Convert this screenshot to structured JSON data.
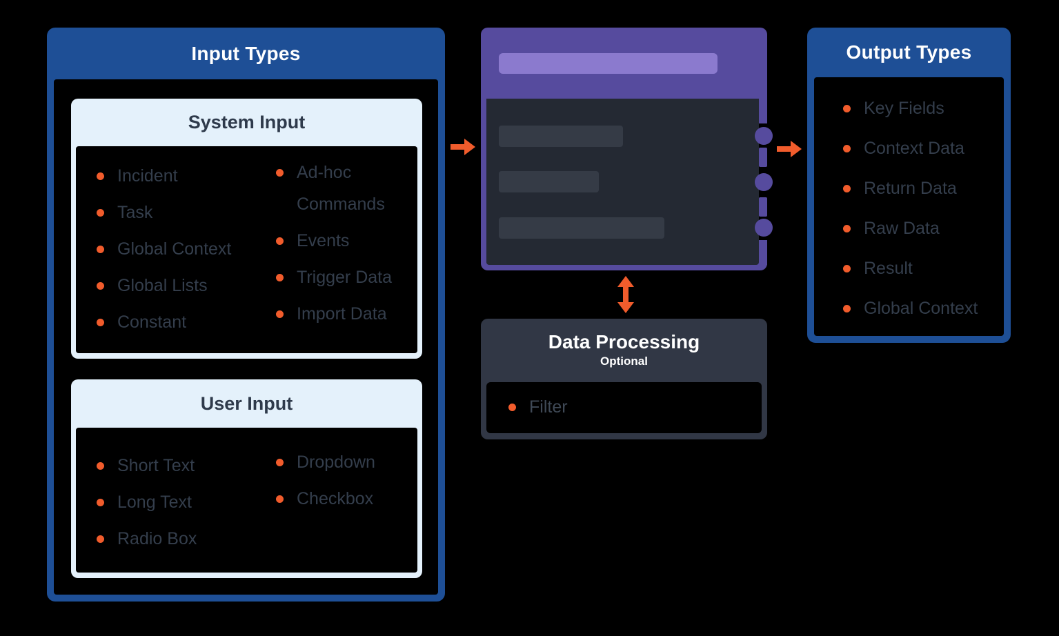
{
  "colors": {
    "background": "#000000",
    "panel_blue": "#1e4f96",
    "card_light_blue": "#e4f1fb",
    "accent_orange": "#f15c2c",
    "node_purple": "#564b9e",
    "node_purple_light": "#8b7ace",
    "node_body_dark": "#242933",
    "placeholder_gray": "#353b46",
    "processing_slate": "#313745",
    "list_text": "#343e4c",
    "card_title_text": "#2e3a4b"
  },
  "input_panel": {
    "title": "Input Types",
    "system_input": {
      "title": "System Input",
      "items_left": [
        "Incident",
        "Task",
        "Global Context",
        "Global Lists",
        "Constant"
      ],
      "items_right": [
        "Ad-hoc Commands",
        "Events",
        "Trigger Data",
        "Import Data"
      ]
    },
    "user_input": {
      "title": "User Input",
      "items_left": [
        "Short Text",
        "Long Text",
        "Radio Box"
      ],
      "items_right": [
        "Dropdown",
        "Checkbox"
      ]
    }
  },
  "playbook_node": {
    "description": "task node with title placeholder bar, three text placeholder bars and three output ports",
    "port_count": 3,
    "placeholder_bar_count": 3
  },
  "data_processing": {
    "title": "Data Processing",
    "subtitle": "Optional",
    "items": [
      "Filter"
    ]
  },
  "output_panel": {
    "title": "Output Types",
    "items": [
      "Key Fields",
      "Context Data",
      "Return Data",
      "Raw Data",
      "Result",
      "Global Context"
    ]
  }
}
